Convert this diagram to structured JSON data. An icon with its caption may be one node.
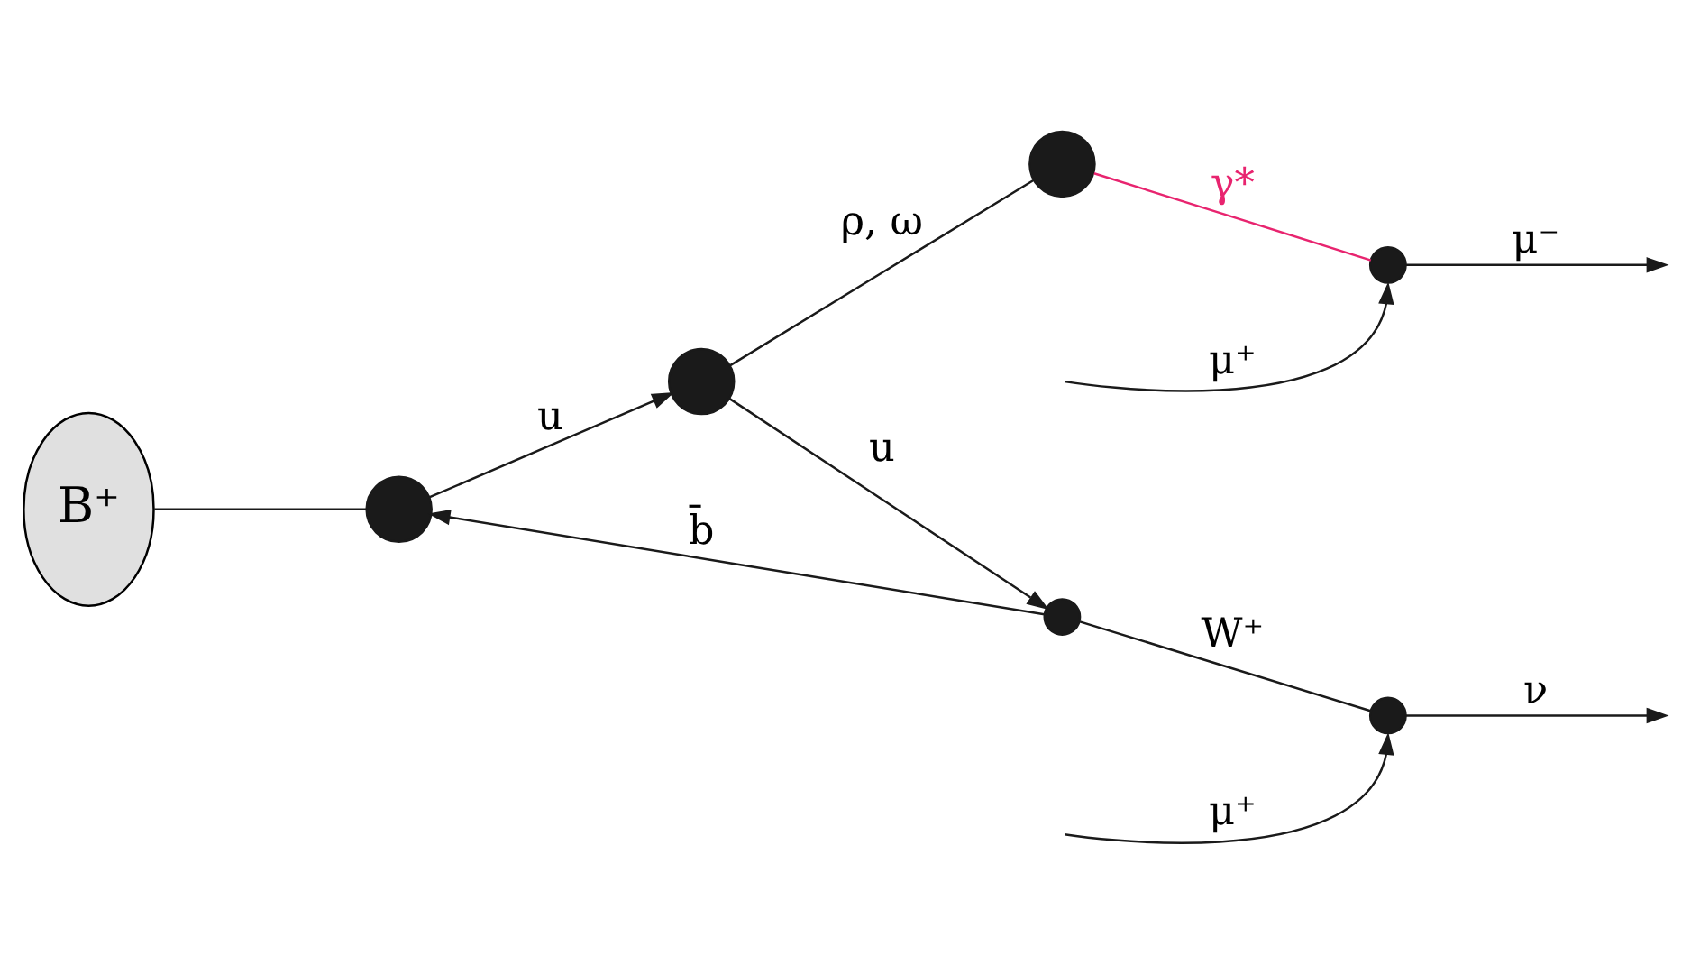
{
  "diagram": {
    "nodes": [
      {
        "text": [
          "B⁺"
        ]
      },
      {
        "text": [],
        "shape": "circle"
      },
      {
        "text": [],
        "shape": "circle"
      },
      {
        "text": [],
        "shape": "circle"
      },
      {
        "text": [],
        "shape": "point"
      },
      {
        "text": [],
        "shape": "point"
      },
      {
        "text": [],
        "shape": "point"
      }
    ],
    "edges": [
      {
        "from": 0,
        "to": 1,
        "arrow": "none"
      },
      {
        "from": 5,
        "to": 1,
        "arrow": "to",
        "label": "b̄"
      },
      {
        "from": 2,
        "to": 5,
        "arrow": "to",
        "label": "u"
      },
      {
        "from": 1,
        "to": 2,
        "arrow": "to",
        "label": "u"
      },
      {
        "from": 5,
        "to": 4,
        "arrow": "none",
        "label": "W⁺"
      },
      {
        "from": null,
        "to": 4,
        "arrow": "to",
        "label": "μ⁺"
      },
      {
        "from": 4,
        "to": null,
        "arrow": "to",
        "label": "ν"
      },
      {
        "from": 2,
        "to": 3,
        "arrow": "none",
        "label": "ρ, ω"
      },
      {
        "from": 3,
        "to": 6,
        "arrow": "none",
        "label": "γ*",
        "color": "#e8246f"
      },
      {
        "from": null,
        "to": 6,
        "arrow": "to",
        "label": "μ⁺"
      },
      {
        "from": 6,
        "to": null,
        "arrow": "to",
        "label": "μ⁻"
      }
    ]
  }
}
